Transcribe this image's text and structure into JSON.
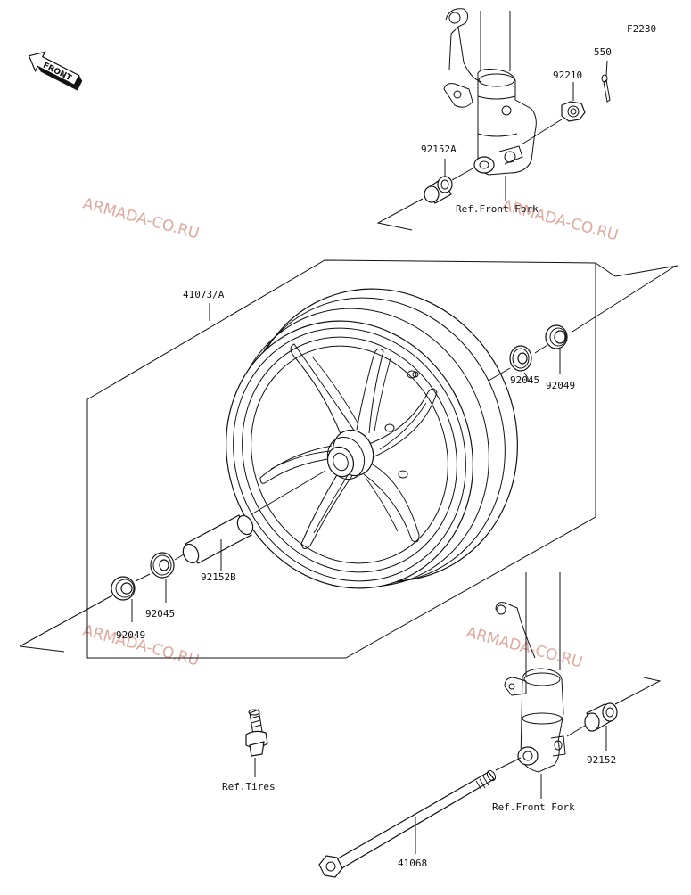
{
  "figure_code": "F2230",
  "front_label": "FRONT",
  "watermark": "ARMADA-CO.RU",
  "labels": {
    "p550": "550",
    "p92210": "92210",
    "p92152A": "92152A",
    "ref_fork_top": "Ref.Front Fork",
    "p41073A": "41073/A",
    "p92045_right": "92045",
    "p92049_right": "92049",
    "p92152B": "92152B",
    "p92045_left": "92045",
    "p92049_left": "92049",
    "p92152": "92152",
    "ref_tires": "Ref.Tires",
    "ref_fork_bottom": "Ref.Front Fork",
    "p41068": "41068"
  }
}
